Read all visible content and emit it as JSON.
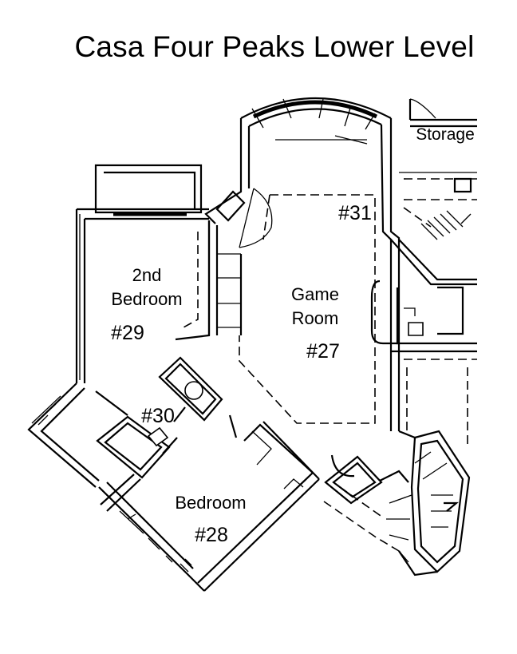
{
  "title": "Casa Four Peaks Lower Level",
  "rooms": {
    "second_bedroom": {
      "line1": "2nd",
      "line2": "Bedroom",
      "number": "#29"
    },
    "game_room": {
      "line1": "Game",
      "line2": "Room",
      "number": "#27"
    },
    "bedroom": {
      "name": "Bedroom",
      "number": "#28"
    },
    "bath": {
      "number": "#30"
    },
    "hall": {
      "number": "#31"
    },
    "storage": {
      "name": "Storage"
    }
  }
}
